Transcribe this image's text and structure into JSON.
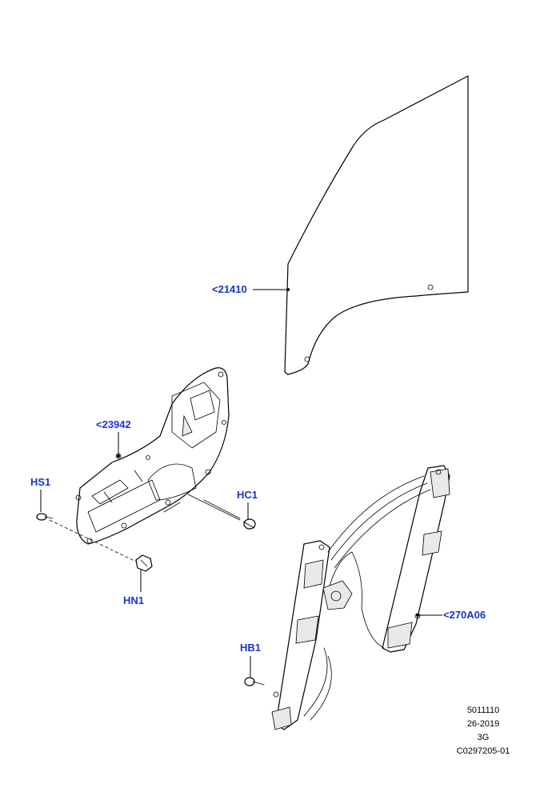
{
  "colors": {
    "callout_text": "#1a33cc",
    "line": "#000000",
    "background": "#ffffff"
  },
  "callouts": {
    "glass": "<21410",
    "trim_panel": "<23942",
    "screw_hs1": "HS1",
    "screw_hc1": "HC1",
    "nut_hn1": "HN1",
    "bolt_hb1": "HB1",
    "regulator": "<270A06"
  },
  "reference": {
    "line1": "5011110",
    "line2": "26-2019",
    "line3": "3G",
    "line4": "C0297205-01"
  }
}
